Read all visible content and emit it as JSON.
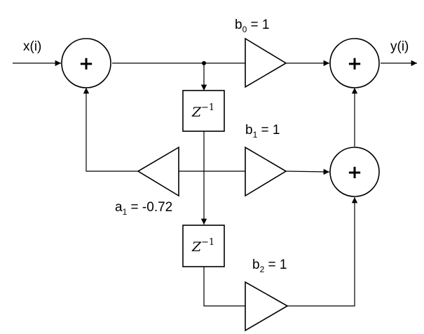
{
  "input_label": "x(i)",
  "output_label": "y(i)",
  "adder_symbol": "+",
  "delay": {
    "base": "Z",
    "exponent": "−1"
  },
  "coefficients": {
    "b0": {
      "name": "b",
      "sub": "0",
      "value": " = 1"
    },
    "b1": {
      "name": "b",
      "sub": "1",
      "value": " = 1"
    },
    "b2": {
      "name": "b",
      "sub": "2",
      "value": " = 1"
    },
    "a1": {
      "name": "a",
      "sub": "1",
      "value": " = -0.72"
    }
  }
}
